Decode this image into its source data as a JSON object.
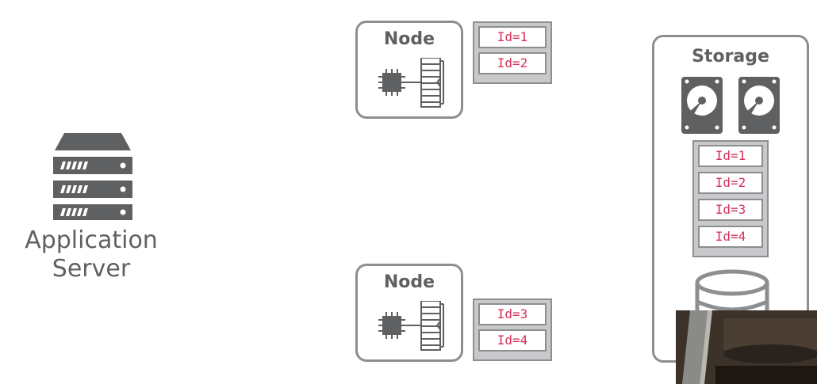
{
  "app_server": {
    "label_line1": "Application",
    "label_line2": "Server"
  },
  "nodes": [
    {
      "title": "Node",
      "ids": [
        "Id=1",
        "Id=2"
      ]
    },
    {
      "title": "Node",
      "ids": [
        "Id=3",
        "Id=4"
      ]
    }
  ],
  "storage": {
    "title": "Storage",
    "ids": [
      "Id=1",
      "Id=2",
      "Id=3",
      "Id=4"
    ]
  },
  "colors": {
    "gray": "#5f6062",
    "border": "#8d8e90",
    "id_text": "#d7305a",
    "panel_bg": "#c9c9cb"
  }
}
